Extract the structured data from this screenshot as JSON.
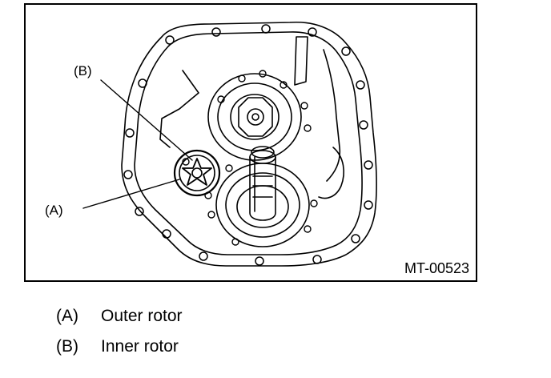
{
  "figure": {
    "code": "MT-00523",
    "callouts": [
      {
        "key": "A",
        "label": "(A)"
      },
      {
        "key": "B",
        "label": "(B)"
      }
    ]
  },
  "legend": [
    {
      "key": "(A)",
      "text": "Outer rotor"
    },
    {
      "key": "(B)",
      "text": "Inner rotor"
    }
  ],
  "colors": {
    "line": "#000000",
    "background": "#ffffff"
  }
}
